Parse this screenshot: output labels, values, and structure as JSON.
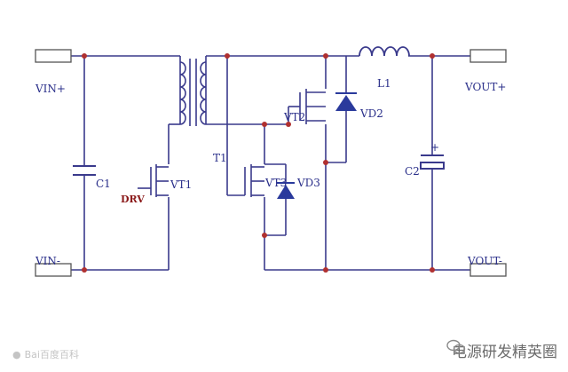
{
  "diagram": {
    "labels": {
      "vin_plus": "VIN+",
      "vin_minus": "VIN-",
      "vout_plus": "VOUT+",
      "vout_minus": "VOUT-",
      "c1": "C1",
      "c2": "C2",
      "t1": "T1",
      "l1": "L1",
      "vt1": "VT1",
      "vt2": "VT2",
      "vt3": "VT3",
      "vd2": "VD2",
      "vd3": "VD3",
      "drv": "DRV",
      "plus": "+"
    }
  },
  "watermark": {
    "right_text": "电源研发精英圈",
    "left_text": "Bai百度百科"
  },
  "colors": {
    "wire": "#3a3a8c",
    "node": "#b03030",
    "terminal_stroke": "#555555"
  }
}
